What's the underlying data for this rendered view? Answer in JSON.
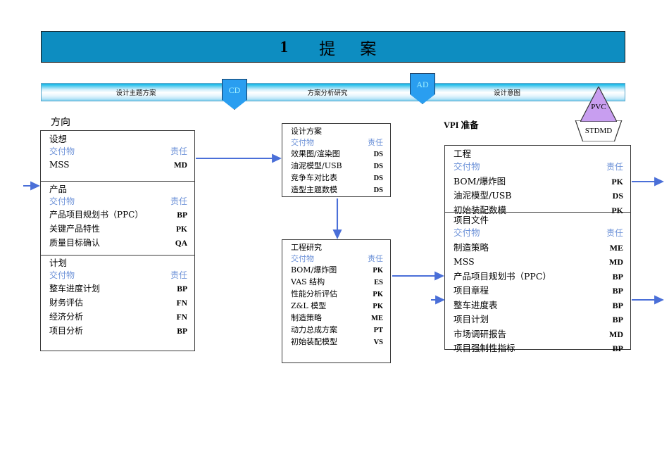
{
  "header": {
    "number": "1",
    "title_cn": "提 案"
  },
  "phase_bar": {
    "segments": [
      {
        "label": "设计主题方案"
      },
      {
        "label": "方案分析研究"
      },
      {
        "label": "设计意图"
      }
    ],
    "markers": [
      {
        "label": "CD"
      },
      {
        "label": "AD"
      }
    ],
    "gate": {
      "top_label": "PVC",
      "bottom_label": "STDMD"
    }
  },
  "columns": {
    "left_heading": "方向",
    "right_heading": "VPI 准备"
  },
  "common": {
    "deliverable_label": "交付物",
    "responsible_label": "责任"
  },
  "left_box": {
    "sections": [
      {
        "title": "设想",
        "rows": [
          {
            "name": "MSS",
            "owner": "MD"
          }
        ]
      },
      {
        "title": "产品",
        "rows": [
          {
            "name": "产品项目规划书（PPC）",
            "owner": "BP"
          },
          {
            "name": "关键产品特性",
            "owner": "PK"
          },
          {
            "name": "质量目标确认",
            "owner": "QA"
          }
        ]
      },
      {
        "title": "计划",
        "rows": [
          {
            "name": "整车进度计划",
            "owner": "BP"
          },
          {
            "name": "财务评估",
            "owner": "FN"
          },
          {
            "name": "经济分析",
            "owner": "FN"
          },
          {
            "name": "项目分析",
            "owner": "BP"
          }
        ]
      }
    ]
  },
  "mid_top_box": {
    "title": "设计方案",
    "rows": [
      {
        "name": "效果图/渲染图",
        "owner": "DS"
      },
      {
        "name": "油泥模型/USB",
        "owner": "DS"
      },
      {
        "name": "竞争车对比表",
        "owner": "DS"
      },
      {
        "name": "造型主题数模",
        "owner": "DS"
      }
    ]
  },
  "mid_bottom_box": {
    "title": "工程研究",
    "rows": [
      {
        "name": "BOM/爆炸图",
        "owner": "PK"
      },
      {
        "name": "VAS 结构",
        "owner": "ES"
      },
      {
        "name": "性能分析评估",
        "owner": "PK"
      },
      {
        "name": "Z&L 模型",
        "owner": "PK"
      },
      {
        "name": "制造策略",
        "owner": "ME"
      },
      {
        "name": "动力总成方案",
        "owner": "PT"
      },
      {
        "name": "初始装配模型",
        "owner": "VS"
      }
    ]
  },
  "right_box": {
    "sections": [
      {
        "title": "工程",
        "rows": [
          {
            "name": "BOM/爆炸图",
            "owner": "PK"
          },
          {
            "name": "油泥模型/USB",
            "owner": "DS"
          },
          {
            "name": "初始装配数模",
            "owner": "PK"
          }
        ]
      },
      {
        "title": "项目文件",
        "rows": [
          {
            "name": "制造策略",
            "owner": "ME"
          },
          {
            "name": "MSS",
            "owner": "MD"
          },
          {
            "name": "产品项目规划书（PPC）",
            "owner": "BP"
          },
          {
            "name": "项目章程",
            "owner": "BP"
          },
          {
            "name": "整车进度表",
            "owner": "BP"
          },
          {
            "name": "项目计划",
            "owner": "BP"
          },
          {
            "name": "市场调研报告",
            "owner": "MD"
          },
          {
            "name": "项目强制性指标",
            "owner": "BP"
          }
        ]
      }
    ]
  },
  "colors": {
    "header_bar": "#0d8dc1",
    "arrow": "#4a6fd8",
    "label_blue": "#6d92d8",
    "gate_purple": "#c89ef0",
    "marker_blue": "#2a9ef0"
  }
}
